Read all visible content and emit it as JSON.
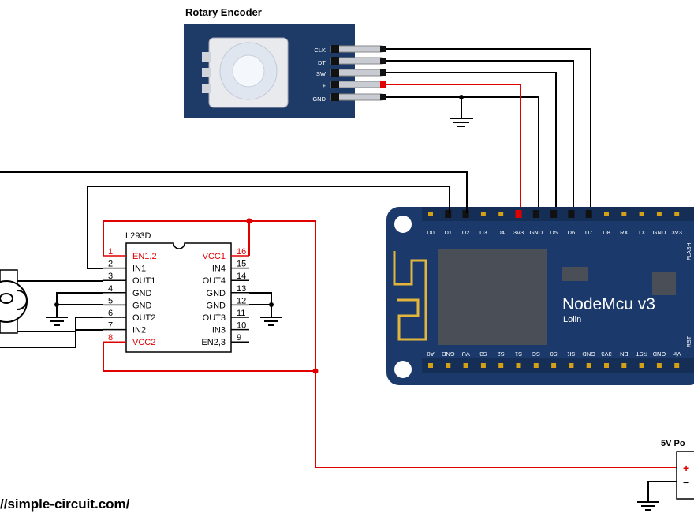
{
  "encoder": {
    "title": "Rotary Encoder",
    "pins": [
      "CLK",
      "DT",
      "SW",
      "+",
      "GND"
    ]
  },
  "l293d": {
    "name": "L293D",
    "left_pins": [
      {
        "num": "1",
        "label": "EN1,2"
      },
      {
        "num": "2",
        "label": "IN1"
      },
      {
        "num": "3",
        "label": "OUT1"
      },
      {
        "num": "4",
        "label": "GND"
      },
      {
        "num": "5",
        "label": "GND"
      },
      {
        "num": "6",
        "label": "OUT2"
      },
      {
        "num": "7",
        "label": "IN2"
      },
      {
        "num": "8",
        "label": "VCC2"
      }
    ],
    "right_pins": [
      {
        "num": "16",
        "label": "VCC1"
      },
      {
        "num": "15",
        "label": "IN4"
      },
      {
        "num": "14",
        "label": "OUT4"
      },
      {
        "num": "13",
        "label": "GND"
      },
      {
        "num": "12",
        "label": "GND"
      },
      {
        "num": "11",
        "label": "OUT3"
      },
      {
        "num": "10",
        "label": "IN3"
      },
      {
        "num": "9",
        "label": "EN2,3"
      }
    ]
  },
  "nodemcu": {
    "name": "NodeMcu v3",
    "sub": "Lolin",
    "top_pins": [
      "D0",
      "D1",
      "D2",
      "D3",
      "D4",
      "3V3",
      "GND",
      "D5",
      "D6",
      "D7",
      "D8",
      "RX",
      "TX",
      "GND",
      "3V3"
    ],
    "bottom_pins": [
      "A0",
      "GND",
      "VU",
      "S3",
      "S2",
      "S1",
      "SC",
      "S0",
      "SK",
      "GND",
      "3V3",
      "EN",
      "RST",
      "GND",
      "Vin"
    ],
    "flash_label": "FLASH",
    "rst_label": "RST"
  },
  "power": {
    "label": "5V Po",
    "plus": "+",
    "minus": "−"
  },
  "footer": {
    "url": "//simple-circuit.com/"
  },
  "colors": {
    "wire": "#000000",
    "power_wire": "#e00000",
    "board": "#1b3a6b",
    "encoder_board": "#1e3a66"
  }
}
